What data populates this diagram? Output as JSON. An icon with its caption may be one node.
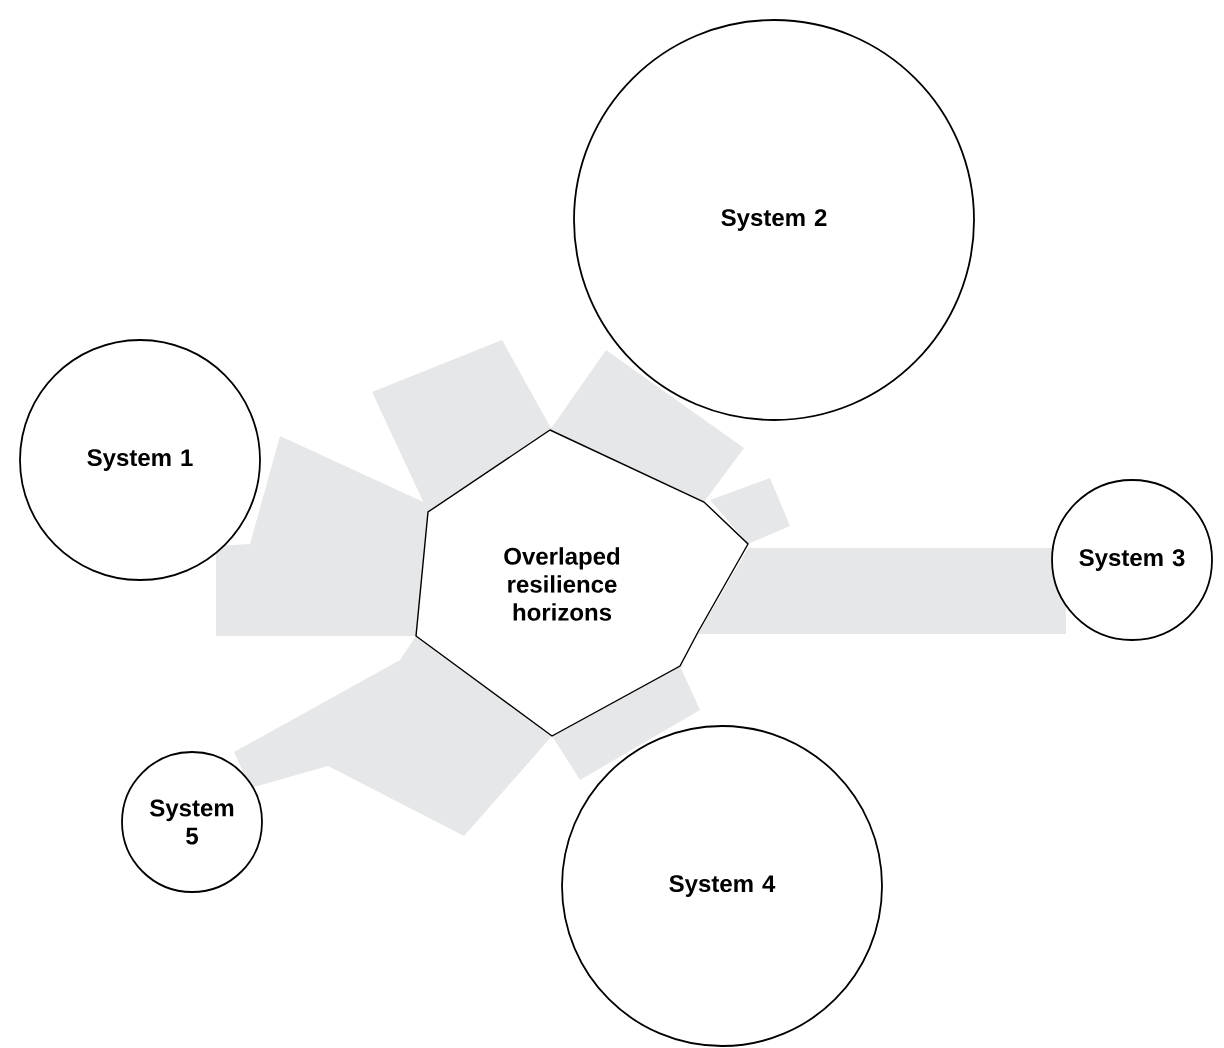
{
  "diagram": {
    "nodes": [
      {
        "text": [
          "System 2"
        ]
      },
      {
        "text": [
          "System 1"
        ]
      },
      {
        "text": [
          "Overlaped resilience horizons"
        ]
      },
      {
        "text": [
          "System 3"
        ]
      },
      {
        "text": [
          "System 5"
        ]
      },
      {
        "text": [
          "System 4"
        ]
      }
    ]
  }
}
